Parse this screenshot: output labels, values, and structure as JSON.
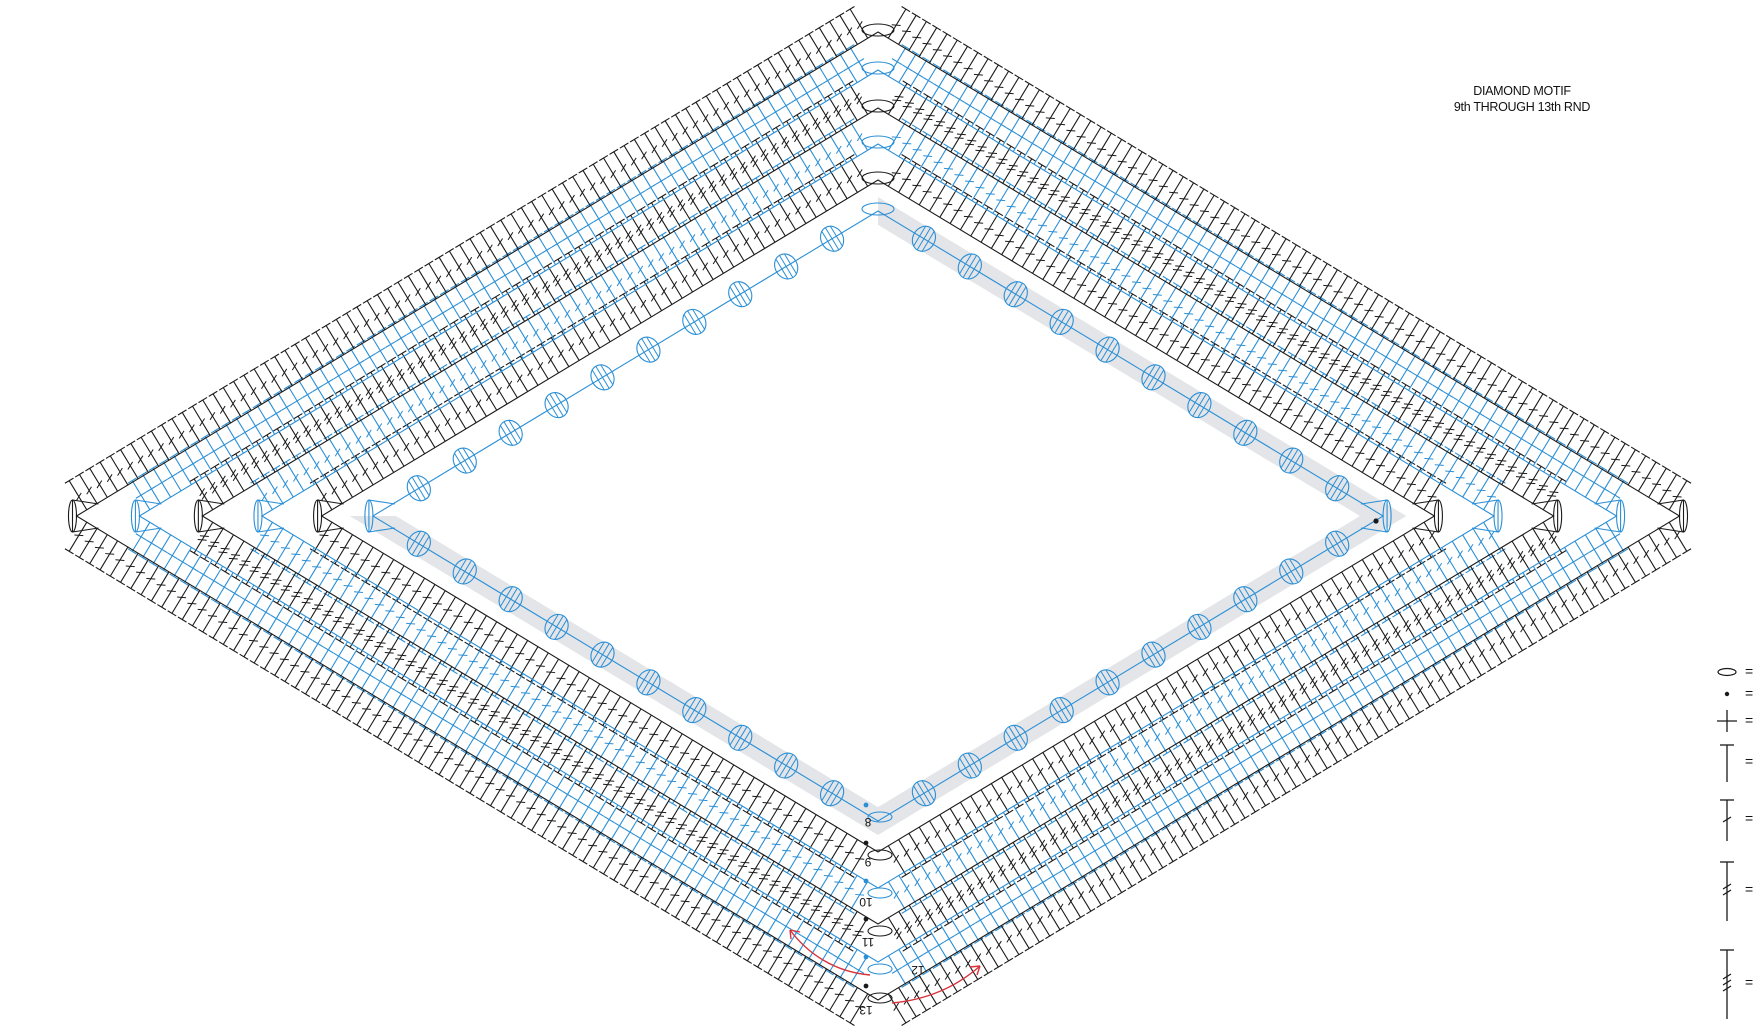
{
  "title": {
    "line1": "DIAMOND MOTIF",
    "line2": "9th THROUGH 13th RND"
  },
  "round_numbers": [
    "8",
    "9",
    "10",
    "11",
    "12",
    "13"
  ],
  "legend": [
    {
      "symbol": "chain-oval-icon",
      "sign": "="
    },
    {
      "symbol": "slip-stitch-dot-icon",
      "sign": "="
    },
    {
      "symbol": "single-crochet-cross-icon",
      "sign": "="
    },
    {
      "symbol": "half-double-crochet-icon",
      "sign": "="
    },
    {
      "symbol": "double-crochet-icon",
      "sign": "="
    },
    {
      "symbol": "treble-crochet-icon",
      "sign": "="
    },
    {
      "symbol": "double-treble-crochet-icon",
      "sign": "="
    }
  ],
  "colors": {
    "black": "#1a1a1a",
    "blue": "#2b8fd6",
    "shade": "#e3e5e8",
    "red": "#d8323a"
  }
}
